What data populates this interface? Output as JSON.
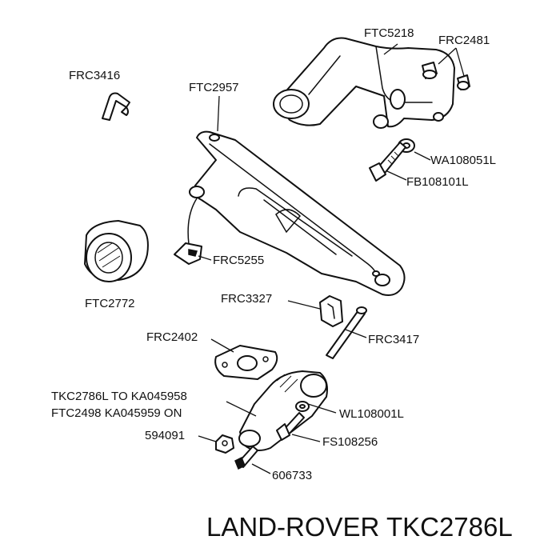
{
  "parts": {
    "ftc5218": "FTC5218",
    "frc2481": "FRC2481",
    "frc3416": "FRC3416",
    "ftc2957": "FTC2957",
    "wa108051l": "WA108051L",
    "fb108101l": "FB108101L",
    "frc5255": "FRC5255",
    "ftc2772": "FTC2772",
    "frc3327": "FRC3327",
    "frc3417": "FRC3417",
    "frc2402": "FRC2402",
    "tkc2786l_range": "TKC2786L TO KA045958",
    "ftc2498_range": "FTC2498 KA045959 ON",
    "wl108001l": "WL108001L",
    "p594091": "594091",
    "fs108256": "FS108256",
    "p606733": "606733"
  },
  "caption": "LAND-ROVER TKC2786L"
}
